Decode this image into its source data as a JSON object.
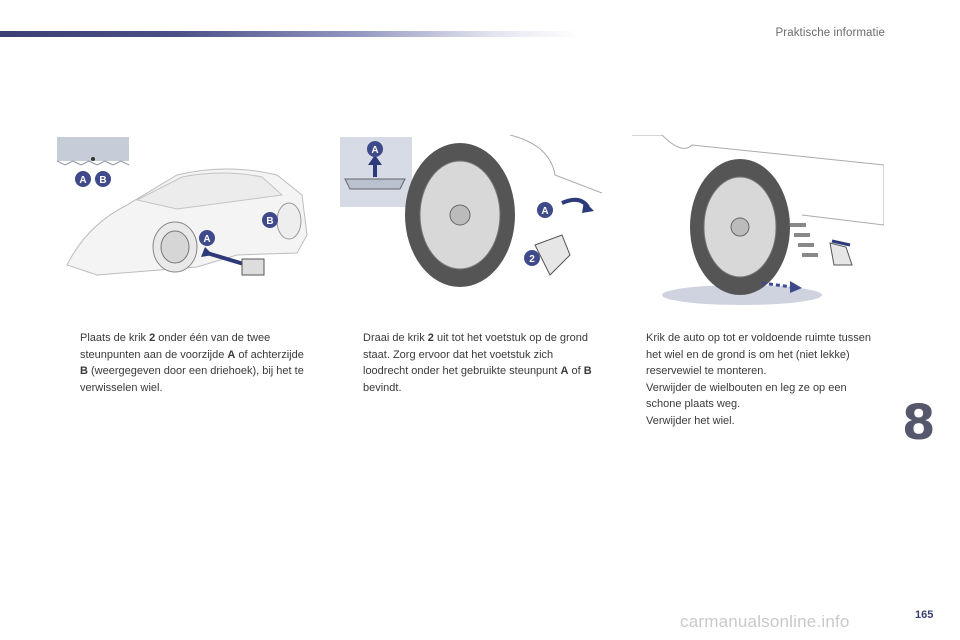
{
  "header": {
    "section_title": "Praktische informatie"
  },
  "figures": {
    "fig1_labels": {
      "a_small": "A",
      "b_small": "B",
      "b_label": "B",
      "a_label": "A"
    },
    "fig2_labels": {
      "a_top": "A",
      "a_mid": "A",
      "num_2": "2"
    }
  },
  "columns": [
    {
      "items": [
        {
          "marker": "",
          "parts": [
            "Plaats de krik ",
            "2",
            " onder één van de twee steunpunten aan de voorzijde ",
            "A",
            " of achterzijde ",
            "B",
            " (weergegeven door een driehoek), bij het te verwisselen wiel."
          ]
        }
      ]
    },
    {
      "items": [
        {
          "marker": "",
          "parts": [
            "Draai de krik ",
            "2",
            " uit tot het voetstuk op de grond staat. Zorg ervoor dat het voetstuk zich loodrecht onder het gebruikte steunpunt ",
            "A",
            " of ",
            "B",
            " bevindt."
          ]
        }
      ]
    },
    {
      "items": [
        {
          "marker": "",
          "text": "Krik de auto op tot er voldoende ruimte tussen het wiel en de grond is om het (niet lekke) reservewiel te monteren."
        },
        {
          "marker": "",
          "text": "Verwijder de wielbouten en leg ze op een schone plaats weg."
        },
        {
          "marker": "",
          "text": "Verwijder het wiel."
        }
      ]
    }
  ],
  "chapter": {
    "number": "8"
  },
  "page": {
    "number": "165"
  },
  "watermark": {
    "text": "carmanualsonline.info"
  },
  "colors": {
    "accent": "#3b3f72",
    "badge": "#3f4a8a"
  }
}
